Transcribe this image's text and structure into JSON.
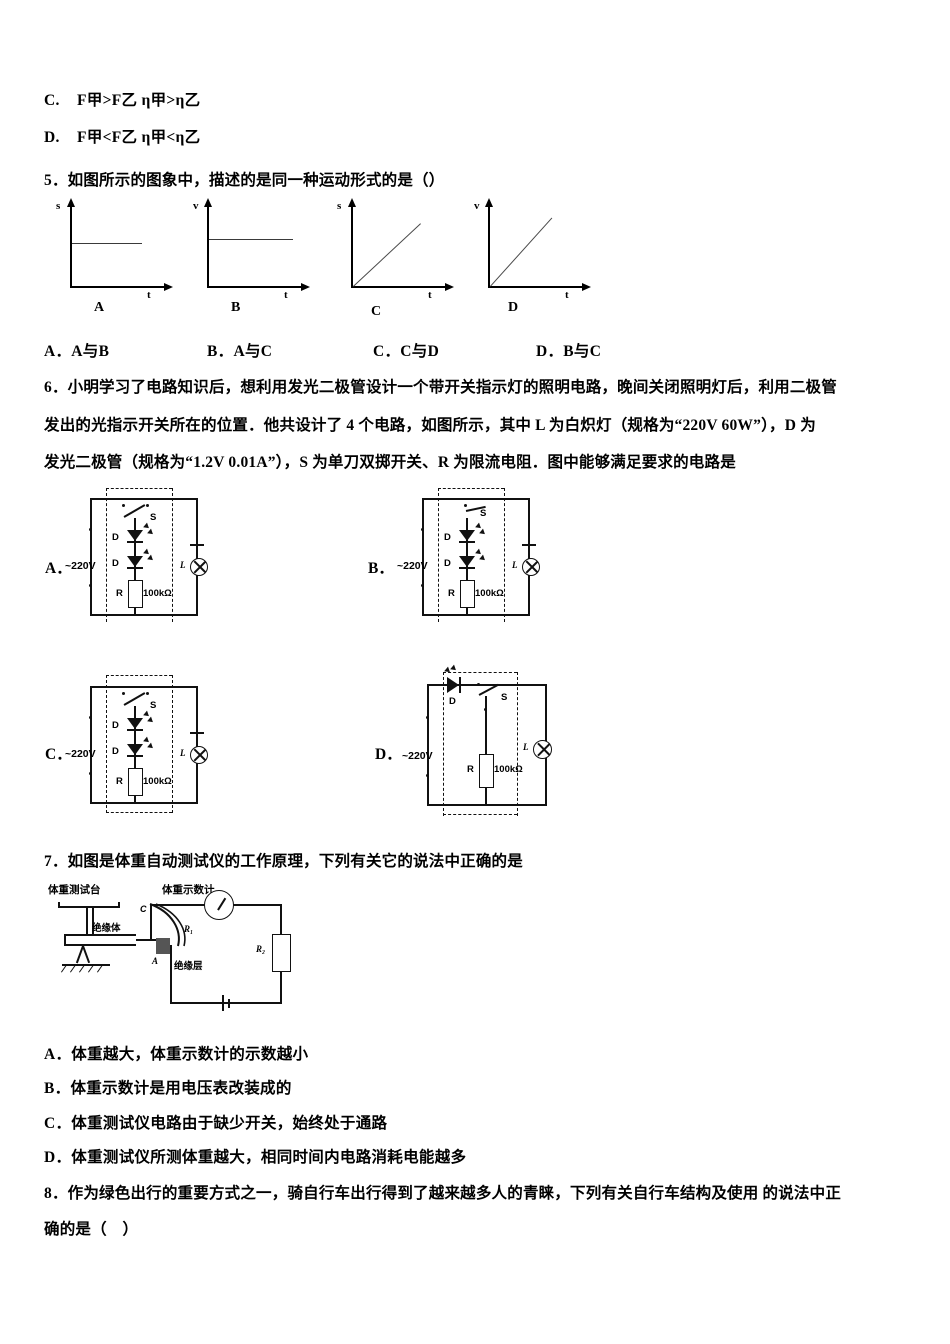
{
  "document": {
    "type": "physics-exam-paper",
    "language": "zh-CN"
  },
  "carryover_options": [
    {
      "label": "C.",
      "text": "F甲>F乙 η甲>η乙"
    },
    {
      "label": "D.",
      "text": "F甲<F乙 η甲<η乙"
    }
  ],
  "questions": [
    {
      "number": "5.",
      "stem": "5．如图所示的图象中，描述的是同一种运动形式的是（）",
      "figure": {
        "type": "four-kinematics-graphs",
        "graphs": [
          {
            "name": "A",
            "y_axis": "s",
            "x_axis": "t",
            "shape": "horizontal-line"
          },
          {
            "name": "B",
            "y_axis": "v",
            "x_axis": "t",
            "shape": "horizontal-line"
          },
          {
            "name": "C",
            "y_axis": "s",
            "x_axis": "t",
            "shape": "rising-diagonal"
          },
          {
            "name": "D",
            "y_axis": "v",
            "x_axis": "t",
            "shape": "rising-diagonal"
          }
        ]
      },
      "options": [
        {
          "label": "A．",
          "text": "A与B"
        },
        {
          "label": "B．",
          "text": "A与C"
        },
        {
          "label": "C．",
          "text": "C与D"
        },
        {
          "label": "D．",
          "text": "B与C"
        }
      ]
    },
    {
      "number": "6.",
      "stem_lines": [
        "6．小明学习了电路知识后，想利用发光二极管设计一个带开关指示灯的照明电路，晚间关闭照明灯后，利用二极管",
        "发出的光指示开关所在的位置．他共设计了 4 个电路，如图所示，其中 L 为白炽灯（规格为“220V 60W”），D 为",
        "发光二极管（规格为“1.2V 0.01A”），S 为单刀双掷开关、R 为限流电阻．图中能够满足要求的电路是"
      ],
      "figure": {
        "type": "four-circuit-diagrams",
        "common_labels": {
          "source": "~220V",
          "switch": "S",
          "diode": "D",
          "resistor": "R",
          "resistance": "100kΩ",
          "lamp": "L"
        },
        "circuits": [
          {
            "option": "A．",
            "diodes": 2,
            "diode_orientation": "down-vertical",
            "switch_type": "single-pole-double-throw",
            "switch_position": "top"
          },
          {
            "option": "B．",
            "diodes": 2,
            "diode_orientation": "down-vertical",
            "switch_type": "single-pole-double-throw",
            "switch_position": "top"
          },
          {
            "option": "C．",
            "diodes": 2,
            "diode_orientation": "down-vertical",
            "switch_type": "single-pole-double-throw",
            "switch_position": "top"
          },
          {
            "option": "D．",
            "diodes": 1,
            "diode_orientation": "horizontal",
            "switch_type": "single-pole-double-throw",
            "switch_position": "top-right"
          }
        ]
      }
    },
    {
      "number": "7.",
      "stem": "7．如图是体重自动测试仪的工作原理，下列有关它的说法中正确的是",
      "figure": {
        "type": "weight-tester-schematic",
        "labels": {
          "platform": "体重测试台",
          "meter": "体重示数计",
          "insulator": "绝缘体",
          "insulating_layer": "绝缘层",
          "resistor_1": "R₁",
          "resistor_2": "R₂",
          "contact": "C",
          "point_a": "A"
        }
      },
      "options": [
        {
          "label": "A．",
          "text": "体重越大，体重示数计的示数越小"
        },
        {
          "label": "B．",
          "text": "体重示数计是用电压表改装成的"
        },
        {
          "label": "C．",
          "text": "体重测试仪电路由于缺少开关，始终处于通路"
        },
        {
          "label": "D．",
          "text": "体重测试仪所测体重越大，相同时间内电路消耗电能越多"
        }
      ]
    },
    {
      "number": "8.",
      "stem_lines": [
        "8．作为绿色出行的重要方式之一，骑自行车出行得到了越来越多人的青睐，下列有关自行车结构及使用 的说法中正",
        "确的是（　）"
      ]
    }
  ]
}
